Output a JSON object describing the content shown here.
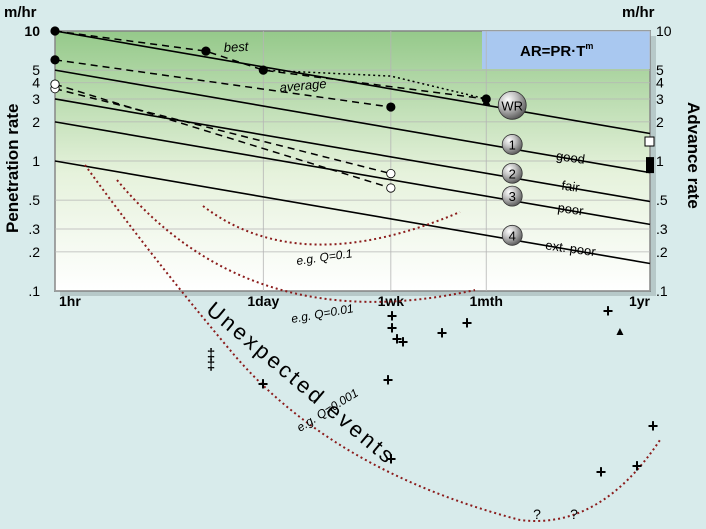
{
  "chart_data": {
    "type": "line",
    "x_scale": "log",
    "y_scale": "log",
    "x_unit": "hours",
    "xlim": [
      1,
      8760
    ],
    "ylim": [
      0.1,
      10
    ],
    "ytick_values": [
      0.1,
      0.2,
      0.3,
      0.5,
      1,
      2,
      3,
      4,
      5,
      10
    ],
    "ytick_labels": [
      ".1",
      ".2",
      ".3",
      ".5",
      "1",
      "2",
      "3",
      "4",
      "5",
      "10"
    ],
    "xticks": [
      {
        "value": 1,
        "label": "1hr"
      },
      {
        "value": 24,
        "label": "1day"
      },
      {
        "value": 168,
        "label": "1wk"
      },
      {
        "value": 720,
        "label": "1mth"
      },
      {
        "value": 8760,
        "label": "1yr"
      }
    ],
    "ylabel_left": "Penetration  rate",
    "ylabel_right": "Advance  rate",
    "unit_left": "m/hr",
    "unit_right": "m/hr",
    "formula": {
      "base": "AR=PR·T",
      "sup": "m"
    },
    "colors": {
      "plot_top": "#95c98a",
      "plot_bottom": "#ffffff",
      "formula_box": "#a9c8f0",
      "qcurve": "#8b1c1c",
      "frame": "#555555",
      "background": "#d8ebeb"
    },
    "rock_lines": [
      {
        "pr": 10,
        "label": "",
        "marker": "WR",
        "marker_at": 720
      },
      {
        "pr": 5,
        "label": "good",
        "marker": "1",
        "marker_at": 720
      },
      {
        "pr": 3,
        "label": "fair",
        "marker": "2",
        "marker_at": 720
      },
      {
        "pr": 2,
        "label": "poor",
        "marker": "3",
        "marker_at": 720
      },
      {
        "pr": 1,
        "label": "ext. poor",
        "marker": "4",
        "marker_at": 720
      }
    ],
    "series": [
      {
        "name": "best",
        "style": "dashed",
        "marker": "filled",
        "points": [
          [
            1,
            10
          ],
          [
            10,
            7
          ],
          [
            24,
            5
          ],
          [
            720,
            3
          ]
        ]
      },
      {
        "name": "average",
        "style": "dashed",
        "marker": "filled",
        "points": [
          [
            1,
            6
          ],
          [
            168,
            2.6
          ]
        ]
      },
      {
        "name": "",
        "style": "dashed",
        "marker": "open",
        "points": [
          [
            1,
            3.6
          ],
          [
            168,
            0.8
          ]
        ]
      },
      {
        "name": "",
        "style": "dashed",
        "marker": "open",
        "points": [
          [
            1,
            3.9
          ],
          [
            168,
            0.62
          ]
        ]
      },
      {
        "name": "",
        "style": "dotted",
        "marker": "none",
        "points": [
          [
            24,
            5
          ],
          [
            168,
            4.5
          ],
          [
            720,
            3
          ]
        ]
      }
    ],
    "advance_markers": [
      {
        "x": 8760,
        "y": 1.4,
        "marker": "open-square"
      },
      {
        "x": 8760,
        "y": 0.93,
        "marker": "filled-rect"
      }
    ],
    "q_curves": [
      {
        "label": "e.g. Q=0.1",
        "style": "dotted"
      },
      {
        "label": "e.g. Q=0.01",
        "style": "dotted"
      },
      {
        "label": "e.g. Q=0.001",
        "style": "dotted"
      }
    ],
    "unexpected_label": "Unexpected  events",
    "below_markers": [
      {
        "symbol": "+",
        "count": 13
      },
      {
        "symbol": "‡",
        "count": 2
      },
      {
        "symbol": "▲",
        "count": 1
      },
      {
        "symbol": "?",
        "count": 2
      }
    ]
  }
}
